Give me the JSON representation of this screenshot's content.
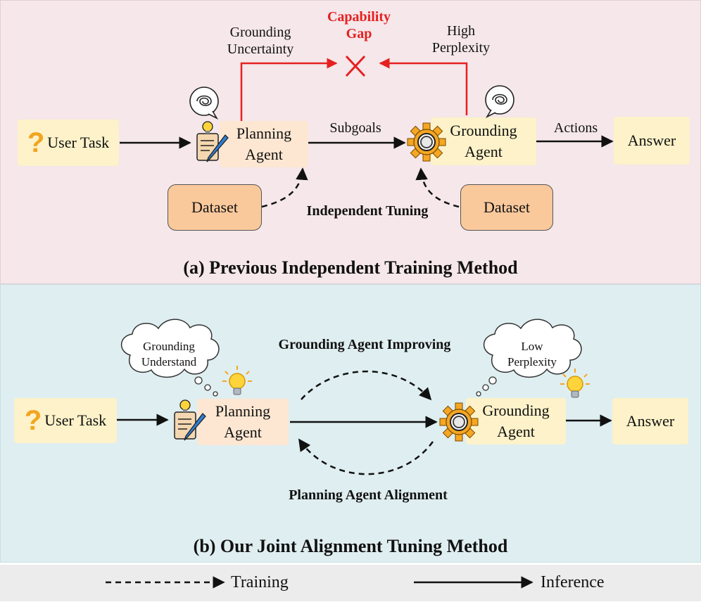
{
  "panel_a": {
    "title": "(a) Previous Independent Training Method",
    "user_task": "User Task",
    "planning_agent_line1": "Planning",
    "planning_agent_line2": "Agent",
    "grounding_agent_line1": "Grounding",
    "grounding_agent_line2": "Agent",
    "answer": "Answer",
    "subgoals": "Subgoals",
    "actions": "Actions",
    "dataset_left": "Dataset",
    "dataset_right": "Dataset",
    "independent_tuning": "Independent Tuning",
    "grounding_uncertainty_line1": "Grounding",
    "grounding_uncertainty_line2": "Uncertainty",
    "capability_gap_line1": "Capability",
    "capability_gap_line2": "Gap",
    "high_perplexity_line1": "High",
    "high_perplexity_line2": "Perplexity"
  },
  "panel_b": {
    "title": "(b) Our Joint Alignment Tuning Method",
    "user_task": "User Task",
    "planning_agent_line1": "Planning",
    "planning_agent_line2": "Agent",
    "grounding_agent_line1": "Grounding",
    "grounding_agent_line2": "Agent",
    "answer": "Answer",
    "grounding_agent_improving": "Grounding Agent Improving",
    "planning_agent_alignment": "Planning Agent Alignment",
    "cloud_left_line1": "Grounding",
    "cloud_left_line2": "Understand",
    "cloud_right_line1": "Low",
    "cloud_right_line2": "Perplexity"
  },
  "legend": {
    "training": "Training",
    "inference": "Inference"
  },
  "colors": {
    "panel_a_bg": "#f5e7ea",
    "panel_b_bg": "#dfeef0",
    "legend_bg": "#ececec",
    "gap_red": "#e62020",
    "dataset_fill": "#f9c99c",
    "agent_fill": "#fde7d2",
    "task_fill": "#fdf2c9"
  },
  "icons": [
    "question-icon",
    "planning-lightbulb-pen-icon",
    "gear-icon",
    "tangle-thought-icon",
    "lightbulb-icon",
    "cross-icon"
  ]
}
